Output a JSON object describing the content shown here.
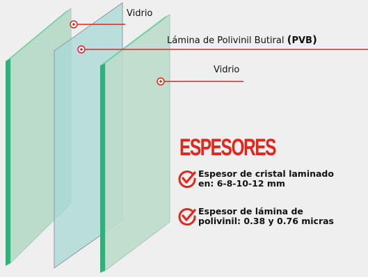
{
  "colors": {
    "accent": "#e1261c",
    "glass_fill": "#b9dccb",
    "glass_edge": "#2eb27c",
    "pvb_fill": "#9fd3d2"
  },
  "labels": {
    "glass_top": "Vidrio",
    "pvb_prefix": "Lámina de Polivinil Butiral",
    "pvb_abbr": "PVB",
    "glass_front": "Vidrio"
  },
  "heading": "ESPESORES",
  "specs": [
    {
      "line1": "Espesor de cristal laminado",
      "line2": "en: 6-8-10-12 mm",
      "icon": "check-circle-icon"
    },
    {
      "line1": "Espesor de lámina de",
      "line2": "polivinil: 0.38 y 0.76 micras",
      "icon": "check-circle-icon"
    }
  ]
}
